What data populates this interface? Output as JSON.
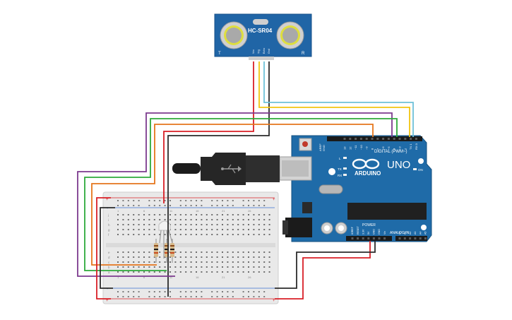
{
  "sensor": {
    "model": "HC-SR04",
    "left_mark": "T",
    "right_mark": "R",
    "pins": [
      "Vcc",
      "Trig",
      "Echo",
      "Gnd"
    ]
  },
  "arduino": {
    "brand": "ARDUINO",
    "model": "UNO",
    "digital_header": "DIGITAL (PWM~)",
    "analog_header": "ANALOG IN",
    "power_header": "POWER",
    "on_label": "ON",
    "tx_label": "TX",
    "rx_label": "RX",
    "l_label": "L",
    "aref": "AREF",
    "gnd": "GND",
    "digital_pins": [
      "13",
      "12",
      "~11",
      "~10",
      "~9",
      "8",
      "7",
      "~6",
      "~5",
      "4",
      "~3",
      "2",
      "TX 1",
      "RX 0"
    ],
    "power_pins": [
      "IOREF",
      "RESET",
      "3.3V",
      "5V",
      "GND",
      "GND",
      "Vin"
    ],
    "analog_pins": [
      "A0",
      "A1",
      "A2",
      "A3",
      "A4",
      "A5"
    ]
  },
  "breadboard": {
    "rows": [
      "a",
      "b",
      "c",
      "d",
      "e",
      "f",
      "g",
      "h",
      "i",
      "j"
    ],
    "columns": 30,
    "plus": "+",
    "minus": "-"
  },
  "colors": {
    "wire_red": "#d91f26",
    "wire_black": "#2b2b2b",
    "wire_purple": "#7c3a8e",
    "wire_green": "#2eaa3a",
    "wire_orange": "#e5761c",
    "wire_yellow": "#f2c511",
    "wire_cyan": "#6ec1d8",
    "arduino_blue": "#1f6ba8",
    "sensor_blue": "#2065a6",
    "breadboard": "#e9e9e9"
  }
}
